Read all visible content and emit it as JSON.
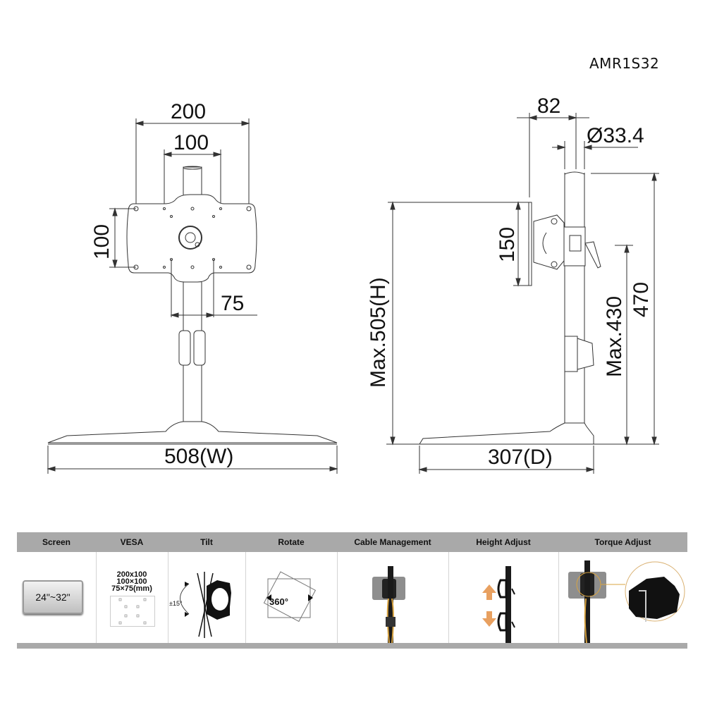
{
  "model": "AMR1S32",
  "front_view": {
    "dimensions": {
      "vesa_width_large": "200",
      "vesa_width_small": "100",
      "vesa_height": "100",
      "vesa_small": "75",
      "base_width": "508(W)"
    }
  },
  "side_view": {
    "dimensions": {
      "arm_depth": "82",
      "pole_diameter": "Ø33.4",
      "plate_height": "150",
      "max_height": "Max.505(H)",
      "max_mount_height": "Max.430",
      "pole_height": "470",
      "base_depth": "307(D)"
    }
  },
  "features": {
    "headers": [
      "Screen",
      "VESA",
      "Tilt",
      "Rotate",
      "Cable Management",
      "Height Adjust",
      "Torque Adjust"
    ],
    "screen_size": "24\"~32\"",
    "vesa_patterns": [
      "200x100",
      "100×100",
      "75×75(mm)"
    ],
    "tilt_range": "±15°",
    "rotate_range": "360°",
    "colors": {
      "header_bg": "#a9a9a9",
      "cable_accent": "#d9a441",
      "arrow_accent": "#e8a060"
    }
  }
}
